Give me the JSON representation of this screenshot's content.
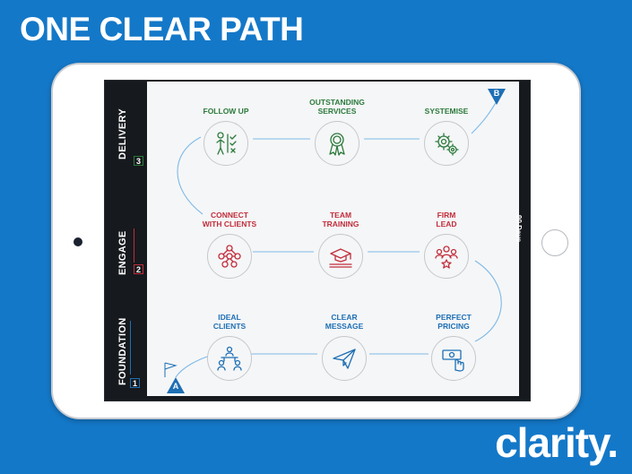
{
  "headline": "ONE CLEAR PATH",
  "brand": "clarity.",
  "colors": {
    "background": "#1478c8",
    "green": "#2b7a3c",
    "red": "#c12d3b",
    "blue": "#1d6fb5",
    "connector": "#7db9e8"
  },
  "stages": [
    {
      "label": "FOUNDATION",
      "number": "1",
      "color": "#1d6fb5"
    },
    {
      "label": "ENGAGE",
      "number": "2",
      "color": "#c12d3b"
    },
    {
      "label": "DELIVERY",
      "number": "3",
      "color": "#2b7a3c"
    }
  ],
  "right_tab": "90 Days",
  "markers": {
    "start": "A",
    "end": "B"
  },
  "nodes": {
    "follow_up": {
      "title": "FOLLOW UP",
      "icon": "person-checklist-icon"
    },
    "outstanding_services": {
      "title": "OUTSTANDING\nSERVICES",
      "icon": "award-ribbon-icon"
    },
    "systemise": {
      "title": "SYSTEMISE",
      "icon": "gears-icon"
    },
    "connect_with_clients": {
      "title": "CONNECT\nWITH CLIENTS",
      "icon": "network-icon"
    },
    "team_training": {
      "title": "TEAM\nTRAINING",
      "icon": "graduation-cap-icon"
    },
    "firm_lead": {
      "title": "FIRM\nLEAD",
      "icon": "team-star-icon"
    },
    "ideal_clients": {
      "title": "IDEAL\nCLIENTS",
      "icon": "meeting-icon"
    },
    "clear_message": {
      "title": "CLEAR\nMESSAGE",
      "icon": "paper-plane-icon"
    },
    "perfect_pricing": {
      "title": "PERFECT\nPRICING",
      "icon": "cash-hand-icon"
    }
  }
}
